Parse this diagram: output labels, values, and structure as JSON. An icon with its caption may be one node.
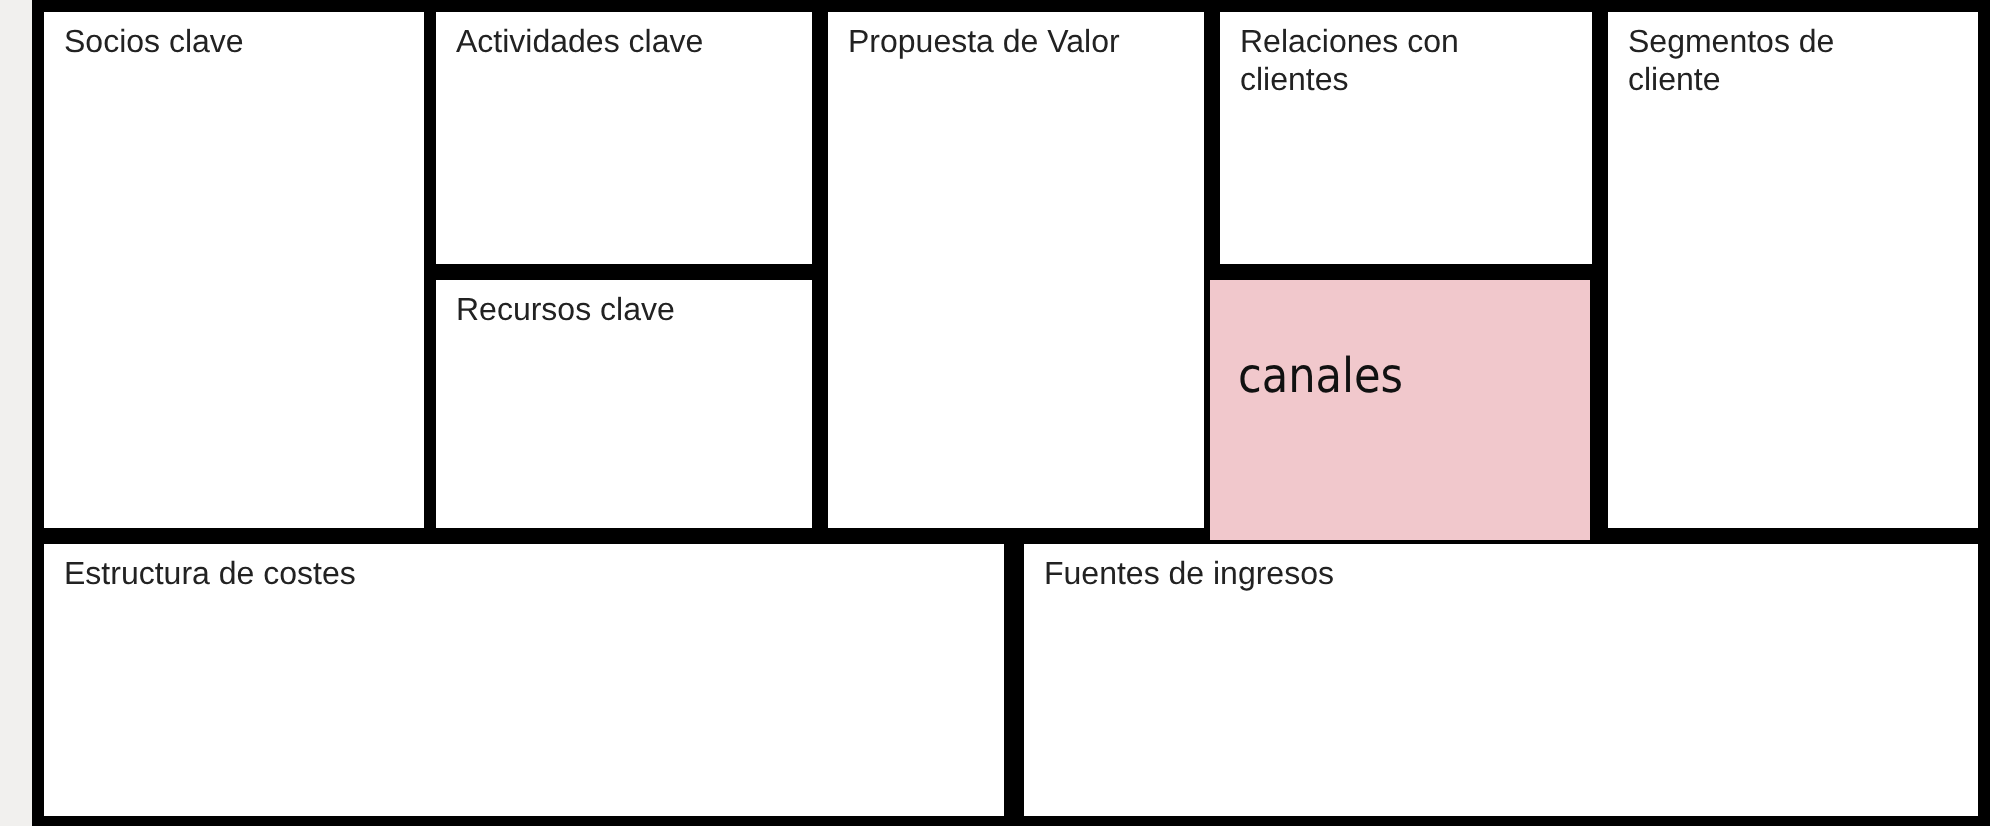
{
  "diagram": {
    "nodes": [
      {
        "text": [
          "Socios clave"
        ]
      },
      {
        "text": [
          "Actividades clave"
        ]
      },
      {
        "text": [
          "Recursos clave"
        ]
      },
      {
        "text": [
          "Propuesta de Valor"
        ]
      },
      {
        "text": [
          "Relaciones con clientes"
        ]
      },
      {
        "text": [
          "canales"
        ]
      },
      {
        "text": [
          "Segmentos de cliente"
        ]
      },
      {
        "text": [
          "Estructura de costes"
        ]
      },
      {
        "text": [
          "Fuentes de ingresos"
        ]
      }
    ]
  }
}
